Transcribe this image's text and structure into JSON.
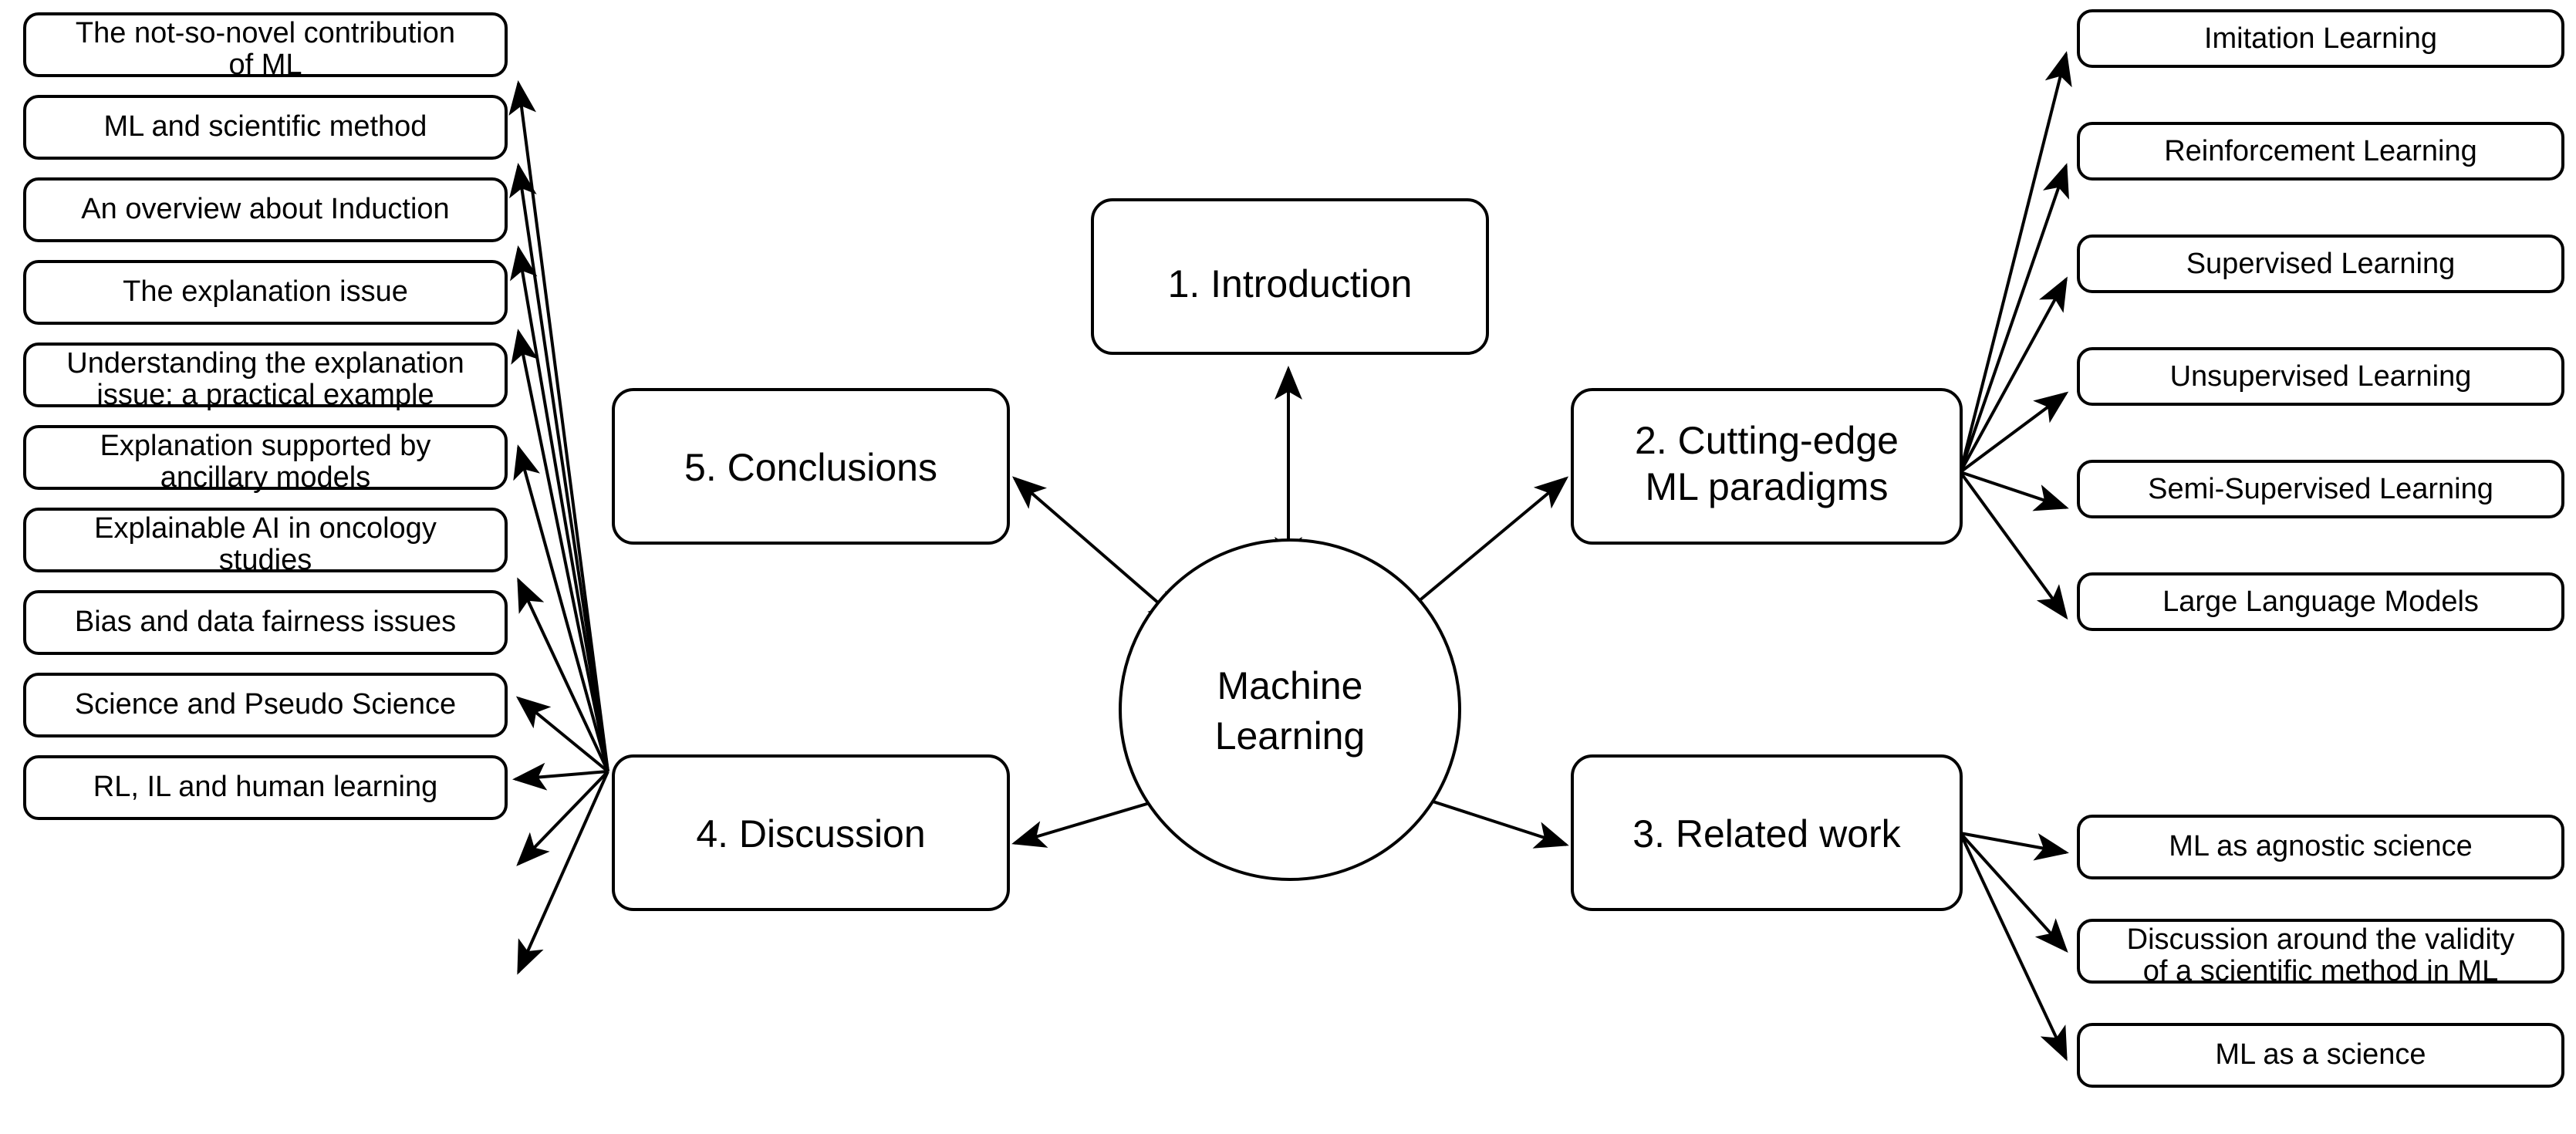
{
  "diagram": {
    "title": "Machine Learning paper structure mind map",
    "center": {
      "label_line1": "Machine",
      "label_line2": "Learning"
    },
    "sections": {
      "introduction": "1. Introduction",
      "paradigms_line1": "2. Cutting-edge",
      "paradigms_line2": "ML paradigms",
      "related_work": "3. Related work",
      "discussion": "4. Discussion",
      "conclusions": "5. Conclusions"
    },
    "paradigm_items": [
      {
        "label": "Imitation Learning"
      },
      {
        "label": "Reinforcement Learning"
      },
      {
        "label": "Supervised Learning"
      },
      {
        "label": "Unsupervised Learning"
      },
      {
        "label": "Semi-Supervised Learning"
      },
      {
        "label": "Large Language Models"
      }
    ],
    "related_work_items": [
      {
        "label": "ML as agnostic science"
      },
      {
        "label_line1": "Discussion around the validity",
        "label_line2": "of a scientific method in ML"
      },
      {
        "label": "ML as a science"
      }
    ],
    "discussion_items": [
      {
        "label_line1": "The not-so-novel contribution",
        "label_line2": "of ML"
      },
      {
        "label": "ML and scientific method"
      },
      {
        "label": "An overview about Induction"
      },
      {
        "label": "The explanation issue"
      },
      {
        "label_line1": "Understanding the explanation",
        "label_line2": "issue: a practical example"
      },
      {
        "label_line1": "Explanation supported by",
        "label_line2": "ancillary models"
      },
      {
        "label_line1": "Explainable AI in oncology",
        "label_line2": "studies"
      },
      {
        "label": "Bias and data fairness issues"
      },
      {
        "label": "Science and Pseudo Science"
      },
      {
        "label": "RL, IL and human learning"
      }
    ],
    "colors": {
      "stroke": "#000000",
      "fill": "#ffffff",
      "text": "#000000"
    }
  }
}
